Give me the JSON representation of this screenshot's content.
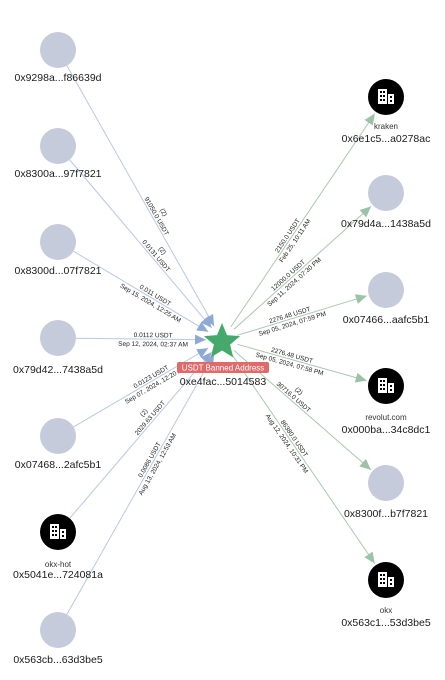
{
  "center": {
    "address": "0xe4fac...5014583",
    "badge": "USDT Banned Address"
  },
  "colors": {
    "node": "#c5cbdb",
    "incoming_edge": "#b7c9e4",
    "incoming_arrow": "#8fa9d6",
    "outgoing_edge": "#a8c8b2",
    "outgoing_arrow": "#9cc3a7",
    "center_star": "#45a96b",
    "badge_bg": "#e06a6a",
    "exchange_bg": "#000000"
  },
  "nodes": [
    {
      "id": "n1",
      "address": "0x9298a...f86639d",
      "exchange": "",
      "icon": ""
    },
    {
      "id": "n2",
      "address": "0x8300a...97f7821",
      "exchange": "",
      "icon": ""
    },
    {
      "id": "n3",
      "address": "0x8300d...07f7821",
      "exchange": "",
      "icon": ""
    },
    {
      "id": "n4",
      "address": "0x79d42...7438a5d",
      "exchange": "",
      "icon": ""
    },
    {
      "id": "n5",
      "address": "0x07468...2afc5b1",
      "exchange": "",
      "icon": ""
    },
    {
      "id": "n6",
      "address": "0x5041e...724081a",
      "exchange": "okx-hot",
      "icon": "building-icon"
    },
    {
      "id": "n7",
      "address": "0x563cb...63d3be5",
      "exchange": "",
      "icon": ""
    },
    {
      "id": "n8",
      "address": "0x6e1c5...a0278ac",
      "exchange": "kraken",
      "icon": "building-icon"
    },
    {
      "id": "n9",
      "address": "0x79d4a...1438a5d",
      "exchange": "",
      "icon": ""
    },
    {
      "id": "n10",
      "address": "0x07466...aafc5b1",
      "exchange": "",
      "icon": ""
    },
    {
      "id": "n11",
      "address": "0x000ba...34c8dc1",
      "exchange": "revolut.com",
      "icon": "building-icon"
    },
    {
      "id": "n12",
      "address": "0x8300f...b7f7821",
      "exchange": "",
      "icon": ""
    },
    {
      "id": "n13",
      "address": "0x563c1...53d3be5",
      "exchange": "okx",
      "icon": "building-icon"
    }
  ],
  "edges": [
    {
      "from": "n1",
      "direction": "in",
      "amount": "91050.0 USDT",
      "extra": "(2)",
      "date": ""
    },
    {
      "from": "n2",
      "direction": "in",
      "amount": "0.0131 USDT",
      "extra": "(2)",
      "date": ""
    },
    {
      "from": "n3",
      "direction": "in",
      "amount": "0.011 USDT",
      "extra": "",
      "date": "Sep 15, 2024, 12:25 AM"
    },
    {
      "from": "n4",
      "direction": "in",
      "amount": "0.0112 USDT",
      "extra": "",
      "date": "Sep 12, 2024, 02:37 AM"
    },
    {
      "from": "n5",
      "direction": "in",
      "amount": "0.0123 USDT",
      "extra": "",
      "date": "Sep 07, 2024, 12:20 AM"
    },
    {
      "from": "n6",
      "direction": "in",
      "amount": "2029.63 USDT",
      "extra": "(2)",
      "date": ""
    },
    {
      "from": "n7",
      "direction": "in",
      "amount": "0.0086 USDT",
      "extra": "",
      "date": "Aug 13, 2024, 12:53 AM"
    },
    {
      "from": "n8",
      "direction": "out",
      "amount": "2150.0 USDT",
      "extra": "",
      "date": "Feb 25, 10:11 AM"
    },
    {
      "from": "n9",
      "direction": "out",
      "amount": "12000.0 USDT",
      "extra": "",
      "date": "Sep 11, 2024, 07:30 PM"
    },
    {
      "from": "n10",
      "direction": "out",
      "amount": "2276.48 USDT",
      "extra": "",
      "date": "Sep 05, 2024, 07:59 PM"
    },
    {
      "from": "n11",
      "direction": "out",
      "amount": "2276.48 USDT",
      "extra": "",
      "date": "Sep 05, 2024, 07:58 PM"
    },
    {
      "from": "n12",
      "direction": "out",
      "amount": "30716.0 USDT",
      "extra": "(2)",
      "date": ""
    },
    {
      "from": "n13",
      "direction": "out",
      "amount": "86380.0 USDT",
      "extra": "",
      "date": "Aug 12, 2024, 10:31 PM"
    }
  ]
}
